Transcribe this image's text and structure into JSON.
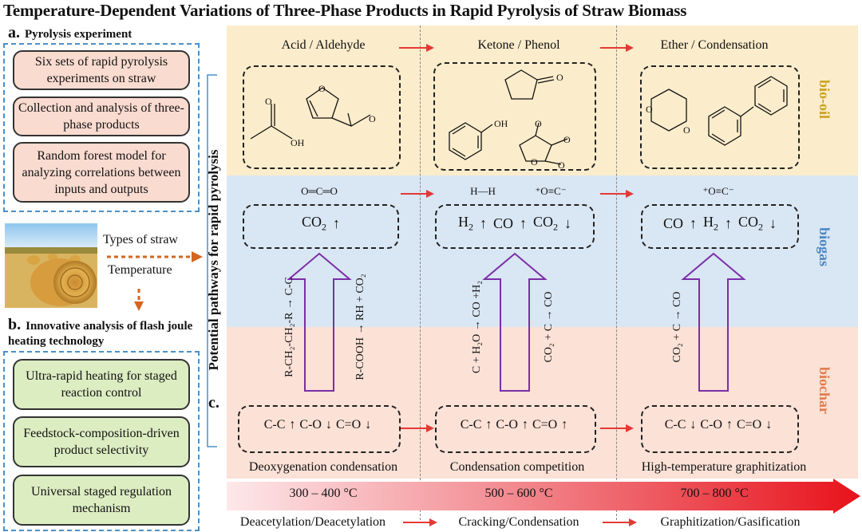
{
  "title": "Temperature-Dependent Variations of Three-Phase Products in Rapid Pyrolysis of Straw Biomass",
  "section_a": {
    "letter": "a.",
    "heading": "Pyrolysis experiment",
    "items": [
      "Six sets of rapid pyrolysis experiments on straw",
      "Collection and analysis of three-phase products",
      "Random forest model for analyzing correlations between inputs and outputs"
    ]
  },
  "inputs": {
    "types": "Types of straw",
    "temperature": "Temperature"
  },
  "section_b": {
    "letter": "b.",
    "heading": "Innovative analysis of flash joule heating technology",
    "items": [
      "Ultra-rapid heating for staged reaction control",
      "Feedstock-composition-driven product selectivity",
      "Universal staged regulation mechanism"
    ]
  },
  "section_c": {
    "letter": "c."
  },
  "pathways_label": "Potential pathways for rapid pyrolysis",
  "phases": {
    "bio_oil": "bio-oil",
    "biogas": "biogas",
    "biochar": "biochar"
  },
  "colors": {
    "bio_oil": "#fbeccb",
    "biogas": "#d9e6f3",
    "biochar": "#fbe1d6",
    "accent_red": "#e53935",
    "arrow_purple": "#7a2ea8",
    "dash_blue": "#4a90c8"
  },
  "oil_groups": [
    "Acid / Aldehyde",
    "Ketone / Phenol",
    "Ether / Condensation"
  ],
  "molecules": {
    "oh": "OH",
    "o": "O"
  },
  "gas_formulas": {
    "co2_line": "O═C═O",
    "h2_line": "H—H",
    "co_line": "⁺O≡C⁻"
  },
  "gas_boxes": [
    [
      {
        "sym": "CO",
        "sub": "2",
        "dir": "up"
      }
    ],
    [
      {
        "sym": "H",
        "sub": "2",
        "dir": "up"
      },
      {
        "sym": "CO",
        "sub": "",
        "dir": "up"
      },
      {
        "sym": "CO",
        "sub": "2",
        "dir": "down"
      }
    ],
    [
      {
        "sym": "CO",
        "sub": "",
        "dir": "up"
      },
      {
        "sym": "H",
        "sub": "2",
        "dir": "up"
      },
      {
        "sym": "CO",
        "sub": "2",
        "dir": "down"
      }
    ]
  ],
  "reactions": {
    "col1_left": "R-CH₂-CH₂-R → C-C",
    "col1_right": "R-COOH → RH + CO₂",
    "col2_left": "C + H₂O → CO +H₂",
    "col2_right": "CO₂ + C → CO",
    "col3_left": "CO₂ + C → CO"
  },
  "char_boxes": [
    [
      {
        "sym": "C-C",
        "dir": "up"
      },
      {
        "sym": "C-O",
        "dir": "down"
      },
      {
        "sym": "C=O",
        "dir": "down"
      }
    ],
    [
      {
        "sym": "C-C",
        "dir": "up"
      },
      {
        "sym": "C-O",
        "dir": "up"
      },
      {
        "sym": "C=O",
        "dir": "up"
      }
    ],
    [
      {
        "sym": "C-C",
        "dir": "down"
      },
      {
        "sym": "C-O",
        "dir": "up"
      },
      {
        "sym": "C=O",
        "dir": "down"
      }
    ]
  ],
  "stages": [
    "Deoxygenation condensation",
    "Condensation competition",
    "High-temperature graphitization"
  ],
  "temperatures": [
    "300 – 400 °C",
    "500 – 600 °C",
    "700 – 800 °C"
  ],
  "processes": [
    "Deacetylation/Deacetylation",
    "Cracking/Condensation",
    "Graphitization/Gasification"
  ]
}
